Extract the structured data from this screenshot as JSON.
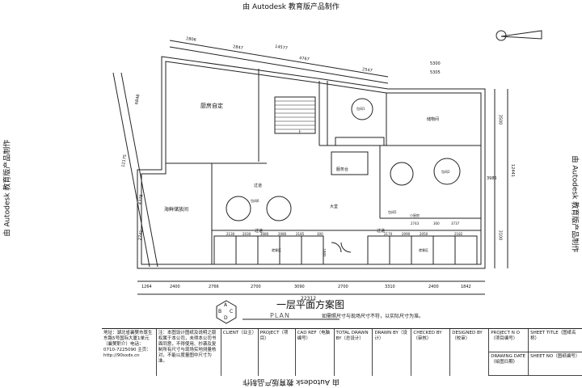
{
  "watermark": "由 Autodesk 教育版产品制作",
  "rooms": {
    "kitchen_top": "厨房自定",
    "storage": "储物间",
    "seafood_store": "海鲜储放间",
    "corridor1": "过道",
    "corridor2": "过道",
    "hall": "大堂",
    "service": "服务台",
    "vip1": "包间1",
    "vip2": "包间2",
    "kitchen_small": "小厨房",
    "corridor3": "过道",
    "dining": "就餐区",
    "dining2": "就餐区",
    "table_a": "包间6",
    "table_b": "包间5",
    "stair": "上"
  },
  "dims": {
    "top": [
      "2806",
      "2847",
      "14577",
      "4767",
      "2547"
    ],
    "right_top": [
      "5300",
      "5305"
    ],
    "right_side": [
      "3500",
      "12441",
      "3985",
      "3100"
    ],
    "left_side": [
      "6848",
      "12175",
      "4378",
      "2741"
    ],
    "bottom": [
      "1264",
      "2400",
      "2766",
      "2700",
      "3090",
      "2700",
      "3310",
      "2400",
      "1842"
    ],
    "total": "22312",
    "inner_row": [
      "2130",
      "2030",
      "3080",
      "2080",
      "2185",
      "300",
      "2170",
      "2090",
      "2050",
      "2182"
    ],
    "inner_row2": [
      "2743",
      "300",
      "3737"
    ],
    "inner_v": "1800"
  },
  "title_cn": "一层平面方案图",
  "title_en": "PLAN",
  "note": "如需照尺寸与现场尺寸不符，以实际尺寸为准。",
  "logo_letters": [
    "A",
    "B",
    "C",
    "D"
  ],
  "titleblock": {
    "company": "地址：湖北省襄樊市厚生东路5号国际大厦1单元（襄樊职介）电话：0710-7225090 主页：http://90sxds.cn",
    "notice": "注：本图设计图纸及说明之版权属于本公司，未得本公司书面同意，不得使用、抄袭及复制所有尺寸与现场实地测量核对，不能以度量图中尺寸为准。",
    "client": "CLIENT（业主）",
    "project": "PROJECT（项目）",
    "cad": "CAD REF（电脑编号）",
    "total": "TOTAL DRAWN BY（总设计）",
    "drawn": "DRAWN BY（设计）",
    "checked": "CHECKED BY（审核）",
    "designed": "DESIGNED BY（校审）",
    "project_no": "PROJECT N O（项目编号）",
    "sheet_title": "SHEET TITLE（图纸名称）",
    "drawing_date": "DRAWING DATE（绘图日期）",
    "sheet_no": "SHEET NO（图纸编号）"
  }
}
